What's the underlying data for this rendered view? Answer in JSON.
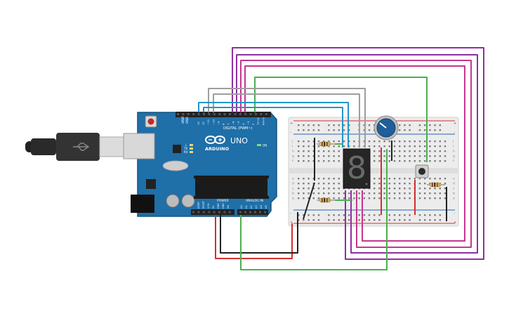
{
  "board": {
    "reset_label": "RESET",
    "aref_label": "AREF",
    "gnd_label": "GND",
    "digital_pins": [
      "13",
      "12",
      "~11",
      "~10",
      "~9",
      "8",
      "7",
      "~6",
      "~5",
      "4",
      "~3",
      "2",
      "TX→1",
      "RX←0"
    ],
    "digital_label": "DIGITAL (PWM~)",
    "brand": "ARDUINO",
    "model": "UNO",
    "tx_label": "TX",
    "rx_label": "RX",
    "l_label": "L",
    "on_label": "ON",
    "power_label": "POWER",
    "power_pins": [
      "IOREF",
      "RESET",
      "3.3V",
      "5V",
      "GND",
      "GND",
      "Vin"
    ],
    "analog_label": "ANALOG IN",
    "analog_pins": [
      "A0",
      "A1",
      "A2",
      "A3",
      "A4",
      "A5"
    ]
  },
  "breadboard": {
    "row_letters_top": [
      "j",
      "i",
      "h",
      "g",
      "f"
    ],
    "row_letters_bottom": [
      "e",
      "d",
      "c",
      "b",
      "a"
    ],
    "plus_label": "+",
    "minus_label": "-"
  },
  "display": {
    "digit": "8"
  },
  "colors": {
    "board": "#1f6fa8",
    "board_edge": "#15557f",
    "breadboard": "#ececec",
    "wire_purple": "#8e2fa0",
    "wire_magenta": "#c8348f",
    "wire_green": "#4caf50",
    "wire_gray": "#9e9e9e",
    "wire_blue": "#2196c9",
    "wire_red": "#d32f2f",
    "wire_black": "#222222",
    "pot_knob": "#1f5f9a",
    "rail_red": "#d32f2f",
    "rail_blue": "#2a62b3"
  }
}
